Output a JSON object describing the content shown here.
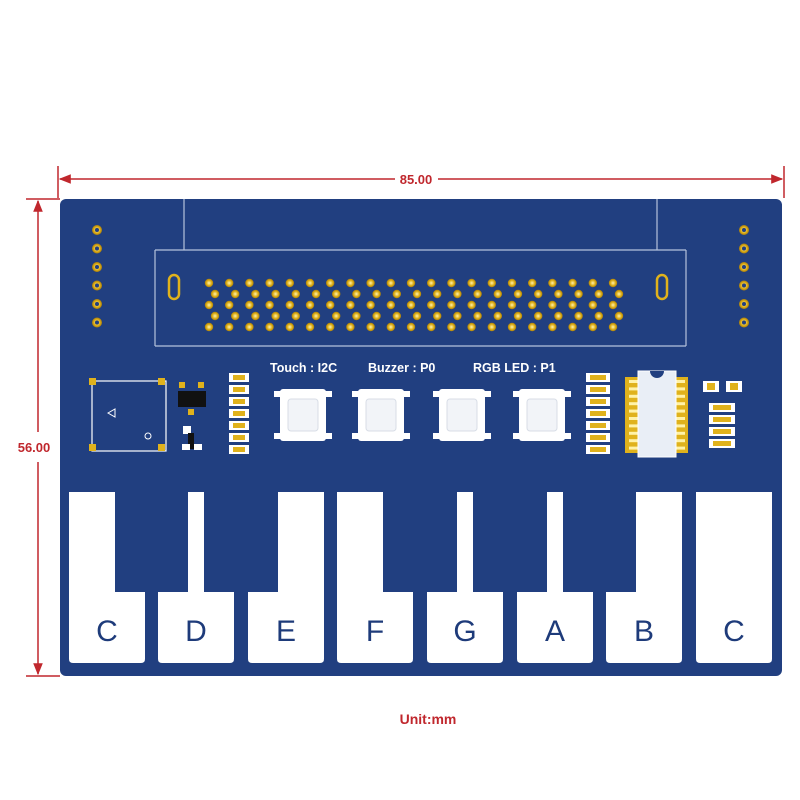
{
  "dimensions": {
    "width_label": "85.00",
    "height_label": "56.00",
    "unit_label": "Unit:mm"
  },
  "silkscreen": {
    "touch": "Touch : I2C",
    "buzzer": "Buzzer : P0",
    "rgb_led": "RGB LED : P1"
  },
  "keys": [
    "C",
    "D",
    "E",
    "F",
    "G",
    "A",
    "B",
    "C"
  ],
  "colors": {
    "board": "#213f80",
    "dimension": "#c0272d",
    "pad": "#e0b21c",
    "key": "#ffffff"
  }
}
